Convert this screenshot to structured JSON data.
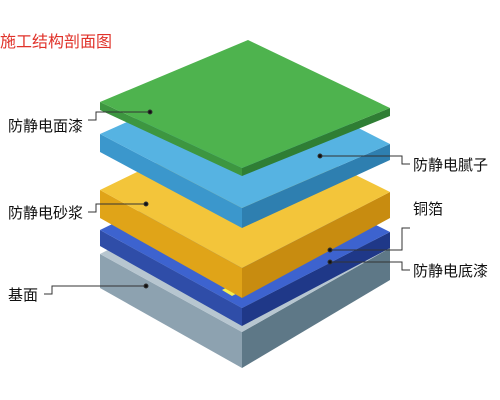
{
  "title": "施工结构剖面图",
  "layers": [
    {
      "id": "top-coat",
      "label": "防静电面漆",
      "color": "#4bb04b"
    },
    {
      "id": "putty",
      "label": "防静电腻子",
      "color": "#4aa8dc"
    },
    {
      "id": "mortar",
      "label": "防静电砂浆",
      "color": "#f0c02b"
    },
    {
      "id": "copper-foil",
      "label": "铜箔",
      "color": "#f4ef50"
    },
    {
      "id": "primer",
      "label": "防静电底漆",
      "color": "#3c5cc4"
    },
    {
      "id": "substrate",
      "label": "基面",
      "color": "#8da2b0"
    }
  ]
}
